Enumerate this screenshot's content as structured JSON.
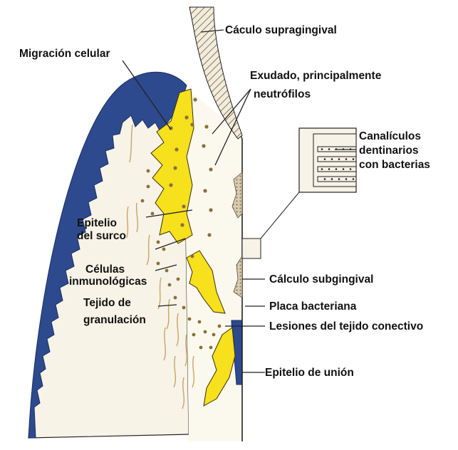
{
  "labels": {
    "calculo_supragingival": "Cáculo supragingival",
    "migracion_celular": "Migración celular",
    "exudado_line1": "Exudado, principalmente",
    "exudado_line2": "neutrófilos",
    "canaliculos_line1": "Canalículos",
    "canaliculos_line2": "dentinarios",
    "canaliculos_line3": "con bacterias",
    "epitelio_surco_line1": "Epitelio",
    "epitelio_surco_line2": "del surco",
    "celulas_line1": "Células",
    "celulas_line2": "inmunológicas",
    "tejido_line1": "Tejido de",
    "tejido_line2": "granulación",
    "calculo_subgingival": "Cálculo subgingival",
    "placa_bacteriana": "Placa bacteriana",
    "lesiones": "Lesiones del tejido conectivo",
    "epitelio_union": "Epitelio de unión"
  },
  "colors": {
    "gingival_epithelium": "#2e4a8e",
    "sulcular_epithelium": "#f7e01c",
    "tissue_background": "#f7f3e6",
    "cells": "#8a7038",
    "fibers": "#c9a46a",
    "line": "#222222"
  }
}
